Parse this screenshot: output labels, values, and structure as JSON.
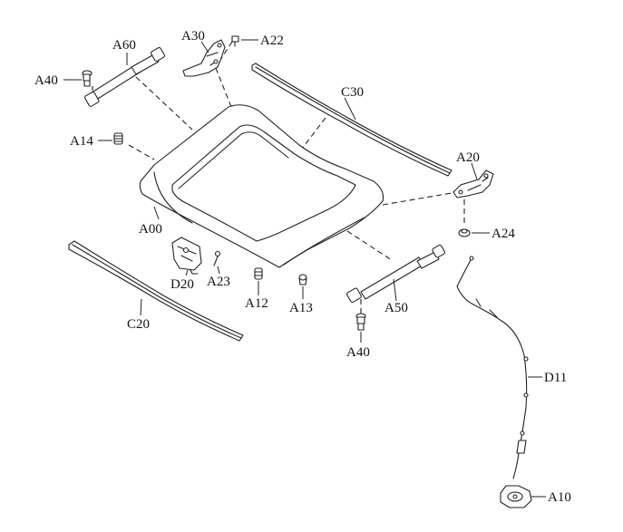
{
  "labels": {
    "A60": "A60",
    "A30": "A30",
    "A22": "A22",
    "A40_top": "A40",
    "A14": "A14",
    "C30": "C30",
    "A20": "A20",
    "A24": "A24",
    "A00": "A00",
    "D20": "D20",
    "A23": "A23",
    "A12": "A12",
    "A13": "A13",
    "A50": "A50",
    "C20": "C20",
    "A40_bottom": "A40",
    "D11": "D11",
    "A10": "A10"
  },
  "colors": {
    "line": "#222222",
    "background": "#ffffff",
    "text": "#111111"
  }
}
